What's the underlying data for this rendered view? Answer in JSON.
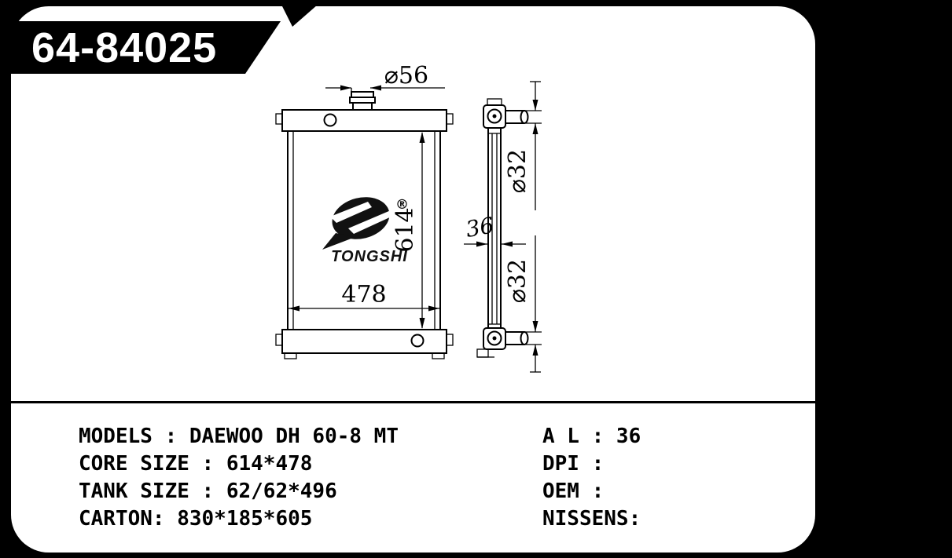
{
  "banner": {
    "part_number": "64-84025"
  },
  "logo": {
    "name": "TONGSHI",
    "registered": "®"
  },
  "front_view": {
    "cap_diameter": "⌀56",
    "core_height": "614",
    "core_width": "478"
  },
  "side_view": {
    "pipe_top_diameter": "⌀32",
    "depth": "36",
    "pipe_bottom_diameter": "⌀32"
  },
  "specs": {
    "left": [
      "MODELS : DAEWOO DH 60-8 MT",
      "CORE SIZE : 614*478",
      "TANK SIZE : 62/62*496",
      "CARTON: 830*185*605"
    ],
    "right": [
      "A L : 36",
      "DPI :",
      "OEM :",
      "NISSENS:"
    ]
  },
  "colors": {
    "background": "#000000",
    "sheet": "#ffffff",
    "ink": "#000000"
  }
}
